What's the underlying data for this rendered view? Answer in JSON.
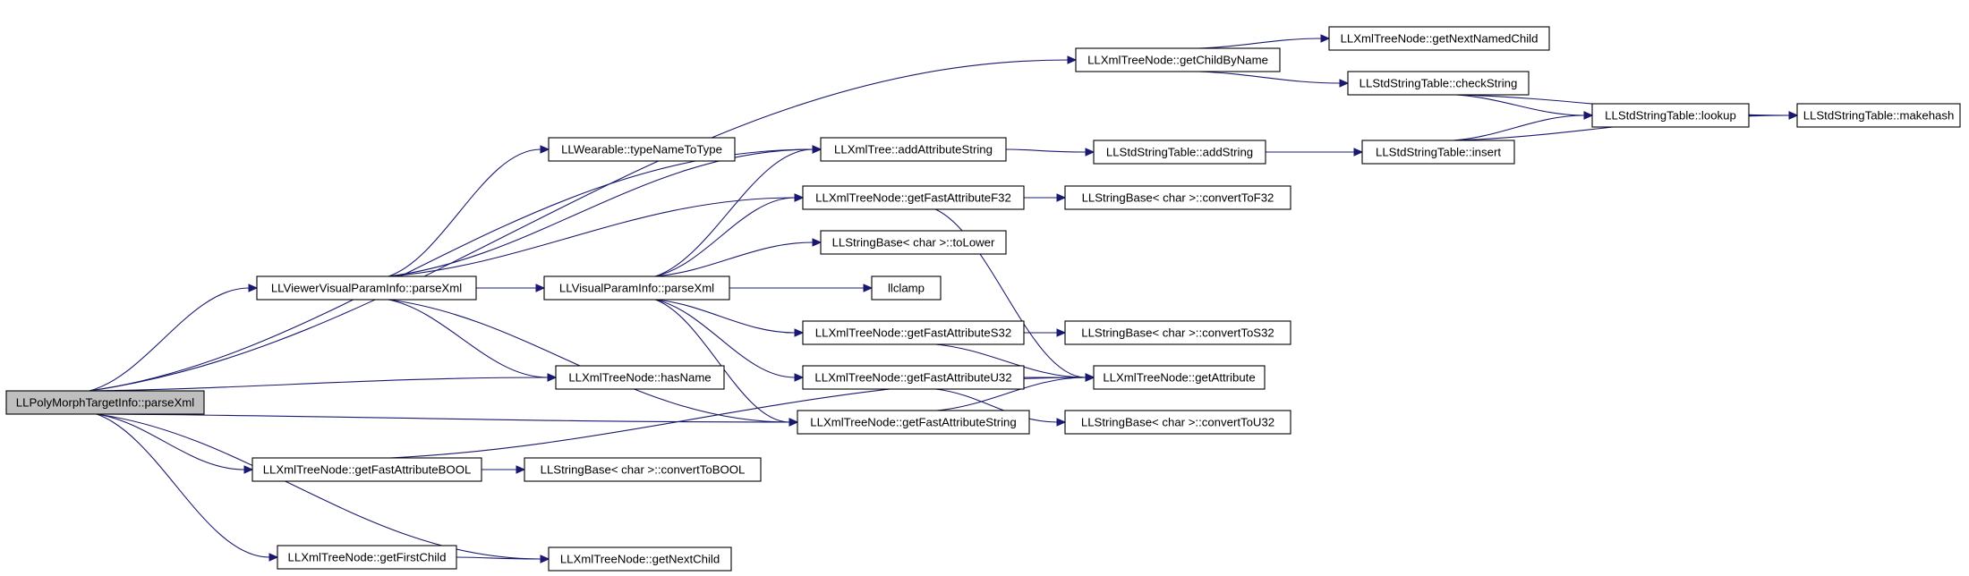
{
  "graph": {
    "colors": {
      "edge": "#191970",
      "node_border": "#000000",
      "node_fill": "#ffffff",
      "root_fill": "#bfbfbf",
      "background": "#ffffff"
    },
    "nodes": [
      {
        "id": "root",
        "label": "LLPolyMorphTargetInfo::parseXml",
        "root": true
      },
      {
        "id": "getChildByName",
        "label": "LLXmlTreeNode::getChildByName"
      },
      {
        "id": "getNextNamedChild",
        "label": "LLXmlTreeNode::getNextNamedChild"
      },
      {
        "id": "checkString",
        "label": "LLStdStringTable::checkString"
      },
      {
        "id": "lookup",
        "label": "LLStdStringTable::lookup"
      },
      {
        "id": "makehash",
        "label": "LLStdStringTable::makehash"
      },
      {
        "id": "typeNameToType",
        "label": "LLWearable::typeNameToType"
      },
      {
        "id": "addAttributeString",
        "label": "LLXmlTree::addAttributeString"
      },
      {
        "id": "addString",
        "label": "LLStdStringTable::addString"
      },
      {
        "id": "insert",
        "label": "LLStdStringTable::insert"
      },
      {
        "id": "getFastF32",
        "label": "LLXmlTreeNode::getFastAttributeF32"
      },
      {
        "id": "convertToF32",
        "label": "LLStringBase< char >::convertToF32"
      },
      {
        "id": "toLower",
        "label": "LLStringBase< char >::toLower"
      },
      {
        "id": "viewerParse",
        "label": "LLViewerVisualParamInfo::parseXml"
      },
      {
        "id": "visualParse",
        "label": "LLVisualParamInfo::parseXml"
      },
      {
        "id": "llclamp",
        "label": "llclamp"
      },
      {
        "id": "getFastS32",
        "label": "LLXmlTreeNode::getFastAttributeS32"
      },
      {
        "id": "convertToS32",
        "label": "LLStringBase< char >::convertToS32"
      },
      {
        "id": "getFastU32",
        "label": "LLXmlTreeNode::getFastAttributeU32"
      },
      {
        "id": "getAttribute",
        "label": "LLXmlTreeNode::getAttribute"
      },
      {
        "id": "hasName",
        "label": "LLXmlTreeNode::hasName"
      },
      {
        "id": "getFastString",
        "label": "LLXmlTreeNode::getFastAttributeString"
      },
      {
        "id": "convertToU32",
        "label": "LLStringBase< char >::convertToU32"
      },
      {
        "id": "getFastBOOL",
        "label": "LLXmlTreeNode::getFastAttributeBOOL"
      },
      {
        "id": "convertToBOOL",
        "label": "LLStringBase< char >::convertToBOOL"
      },
      {
        "id": "getFirstChild",
        "label": "LLXmlTreeNode::getFirstChild"
      },
      {
        "id": "getNextChild",
        "label": "LLXmlTreeNode::getNextChild"
      }
    ],
    "edges": [
      [
        "root",
        "getChildByName"
      ],
      [
        "root",
        "addAttributeString"
      ],
      [
        "root",
        "viewerParse"
      ],
      [
        "root",
        "hasName"
      ],
      [
        "root",
        "getFastString"
      ],
      [
        "root",
        "getFastBOOL"
      ],
      [
        "root",
        "getFirstChild"
      ],
      [
        "root",
        "getNextChild"
      ],
      [
        "getChildByName",
        "getNextNamedChild"
      ],
      [
        "getChildByName",
        "checkString"
      ],
      [
        "checkString",
        "lookup"
      ],
      [
        "checkString",
        "makehash"
      ],
      [
        "lookup",
        "makehash"
      ],
      [
        "addAttributeString",
        "addString"
      ],
      [
        "addString",
        "insert"
      ],
      [
        "insert",
        "lookup"
      ],
      [
        "insert",
        "makehash"
      ],
      [
        "viewerParse",
        "typeNameToType"
      ],
      [
        "viewerParse",
        "addAttributeString"
      ],
      [
        "viewerParse",
        "getFastF32"
      ],
      [
        "viewerParse",
        "visualParse"
      ],
      [
        "viewerParse",
        "hasName"
      ],
      [
        "viewerParse",
        "getFastString"
      ],
      [
        "visualParse",
        "addAttributeString"
      ],
      [
        "visualParse",
        "getFastF32"
      ],
      [
        "visualParse",
        "toLower"
      ],
      [
        "visualParse",
        "llclamp"
      ],
      [
        "visualParse",
        "getFastS32"
      ],
      [
        "visualParse",
        "getFastU32"
      ],
      [
        "visualParse",
        "getFastString"
      ],
      [
        "getFastF32",
        "convertToF32"
      ],
      [
        "getFastF32",
        "getAttribute"
      ],
      [
        "getFastS32",
        "convertToS32"
      ],
      [
        "getFastS32",
        "getAttribute"
      ],
      [
        "getFastU32",
        "getAttribute"
      ],
      [
        "getFastU32",
        "convertToU32"
      ],
      [
        "getFastString",
        "getAttribute"
      ],
      [
        "getFastBOOL",
        "convertToBOOL"
      ],
      [
        "getFastBOOL",
        "getAttribute"
      ],
      [
        "getFirstChild",
        "getNextChild"
      ]
    ]
  }
}
